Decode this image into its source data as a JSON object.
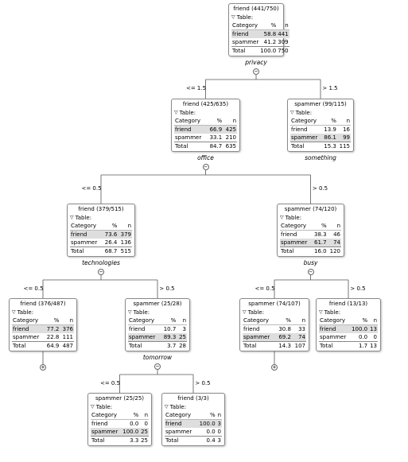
{
  "table_label": "Table:",
  "col_category": "Category",
  "col_pct": "%",
  "col_n": "n",
  "total_label": "Total",
  "nodes": [
    {
      "id": "n0",
      "title": "friend (441/750)",
      "rows": [
        [
          "friend",
          "58.8",
          "441"
        ],
        [
          "spammer",
          "41.2",
          "309"
        ]
      ],
      "total": [
        "100.0",
        "750"
      ],
      "major": 0
    },
    {
      "id": "n1",
      "title": "friend (425/635)",
      "rows": [
        [
          "friend",
          "66.9",
          "425"
        ],
        [
          "spammer",
          "33.1",
          "210"
        ]
      ],
      "total": [
        "84.7",
        "635"
      ],
      "major": 0
    },
    {
      "id": "n2",
      "title": "spammer (99/115)",
      "rows": [
        [
          "friend",
          "13.9",
          "16"
        ],
        [
          "spammer",
          "86.1",
          "99"
        ]
      ],
      "total": [
        "15.3",
        "115"
      ],
      "major": 1
    },
    {
      "id": "n3",
      "title": "friend (379/515)",
      "rows": [
        [
          "friend",
          "73.6",
          "379"
        ],
        [
          "spammer",
          "26.4",
          "136"
        ]
      ],
      "total": [
        "68.7",
        "515"
      ],
      "major": 0
    },
    {
      "id": "n4",
      "title": "spammer (74/120)",
      "rows": [
        [
          "friend",
          "38.3",
          "46"
        ],
        [
          "spammer",
          "61.7",
          "74"
        ]
      ],
      "total": [
        "16.0",
        "120"
      ],
      "major": 1
    },
    {
      "id": "n5",
      "title": "friend (376/487)",
      "rows": [
        [
          "friend",
          "77.2",
          "376"
        ],
        [
          "spammer",
          "22.8",
          "111"
        ]
      ],
      "total": [
        "64.9",
        "487"
      ],
      "major": 0
    },
    {
      "id": "n6",
      "title": "spammer (25/28)",
      "rows": [
        [
          "friend",
          "10.7",
          "3"
        ],
        [
          "spammer",
          "89.3",
          "25"
        ]
      ],
      "total": [
        "3.7",
        "28"
      ],
      "major": 1
    },
    {
      "id": "n7",
      "title": "spammer (74/107)",
      "rows": [
        [
          "friend",
          "30.8",
          "33"
        ],
        [
          "spammer",
          "69.2",
          "74"
        ]
      ],
      "total": [
        "14.3",
        "107"
      ],
      "major": 1
    },
    {
      "id": "n8",
      "title": "friend (13/13)",
      "rows": [
        [
          "friend",
          "100.0",
          "13"
        ],
        [
          "spammer",
          "0.0",
          "0"
        ]
      ],
      "total": [
        "1.7",
        "13"
      ],
      "major": 0
    },
    {
      "id": "n9",
      "title": "spammer (25/25)",
      "rows": [
        [
          "friend",
          "0.0",
          "0"
        ],
        [
          "spammer",
          "100.0",
          "25"
        ]
      ],
      "total": [
        "3.3",
        "25"
      ],
      "major": 1
    },
    {
      "id": "n10",
      "title": "friend (3/3)",
      "rows": [
        [
          "friend",
          "100.0",
          "3"
        ],
        [
          "spammer",
          "0.0",
          "0"
        ]
      ],
      "total": [
        "0.4",
        "3"
      ],
      "major": 0
    }
  ],
  "splits": [
    {
      "node": "n0",
      "label": "privacy"
    },
    {
      "node": "n1",
      "label": "office"
    },
    {
      "node": "n2",
      "label": "something"
    },
    {
      "node": "n3",
      "label": "technologies"
    },
    {
      "node": "n4",
      "label": "busy"
    },
    {
      "node": "n6",
      "label": "tomorrow"
    }
  ],
  "edges": [
    {
      "from": "n0",
      "to": "n1",
      "label": "<= 1.5"
    },
    {
      "from": "n0",
      "to": "n2",
      "label": "> 1.5"
    },
    {
      "from": "n1",
      "to": "n3",
      "label": "<= 0.5"
    },
    {
      "from": "n1",
      "to": "n4",
      "label": "> 0.5"
    },
    {
      "from": "n3",
      "to": "n5",
      "label": "<= 0.5"
    },
    {
      "from": "n3",
      "to": "n6",
      "label": "> 0.5"
    },
    {
      "from": "n4",
      "to": "n7",
      "label": "<= 0.5"
    },
    {
      "from": "n4",
      "to": "n8",
      "label": "> 0.5"
    },
    {
      "from": "n6",
      "to": "n9",
      "label": "<= 0.5"
    },
    {
      "from": "n6",
      "to": "n10",
      "label": "> 0.5"
    }
  ],
  "toggles": [
    {
      "node": "n0",
      "symbol": "−"
    },
    {
      "node": "n1",
      "symbol": "−"
    },
    {
      "node": "n3",
      "symbol": "−"
    },
    {
      "node": "n4",
      "symbol": "−"
    },
    {
      "node": "n6",
      "symbol": "−"
    },
    {
      "node": "n5",
      "symbol": "+"
    },
    {
      "node": "n7",
      "symbol": "+"
    }
  ]
}
